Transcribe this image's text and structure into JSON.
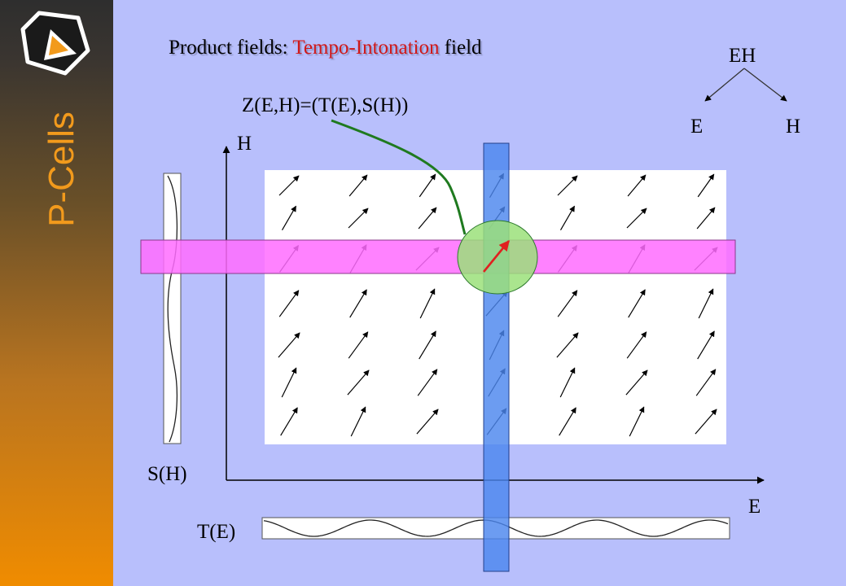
{
  "brand": "P-Cells",
  "title": {
    "prefix": "Product fields: ",
    "highlight": "Tempo-Intonation",
    "suffix": " field"
  },
  "formula": "Z(E,H)=(T(E),S(H))",
  "tree": {
    "root": "EH",
    "left": "E",
    "right": "H"
  },
  "axes": {
    "x": "E",
    "y": "H"
  },
  "curves": {
    "tempo": "T(E)",
    "intonation": "S(H)"
  },
  "colors": {
    "background": "#b8bffc",
    "brand": "#f29a1c",
    "title_highlight": "#d01818",
    "intonation_band": "#ff6cff",
    "tempo_band": "#4c86ee",
    "focus_circle": "#9be07a",
    "focus_arrow": "#e02020",
    "connector": "#1f7a1f"
  }
}
